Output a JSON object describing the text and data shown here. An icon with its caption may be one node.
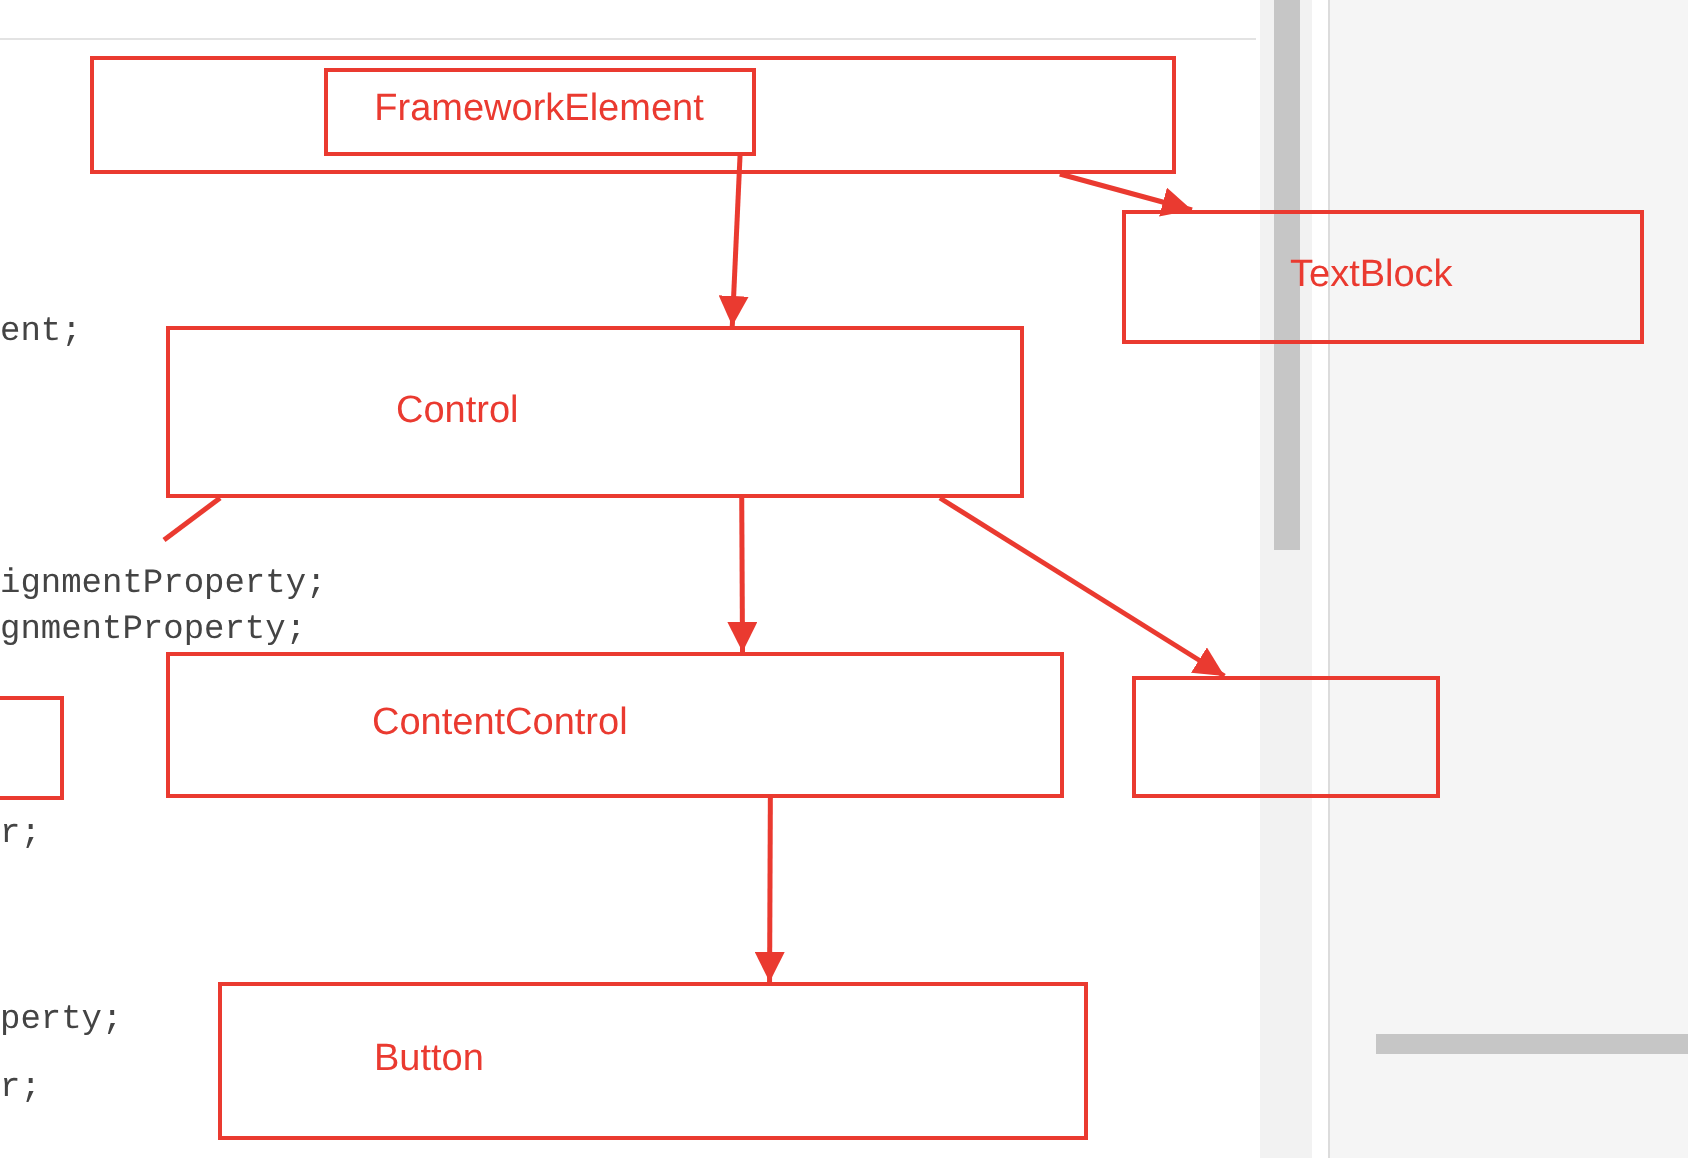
{
  "diagram": {
    "nodes": [
      {
        "text": [],
        "shape": "box"
      },
      {
        "text": [
          "FrameworkElement"
        ],
        "in": 0
      },
      {
        "text": [
          "TextBlock"
        ]
      },
      {
        "text": [
          "Control"
        ]
      },
      {
        "text": [],
        "shape": "box"
      },
      {
        "text": [
          "ContentControl"
        ]
      },
      {
        "text": [],
        "shape": "box"
      },
      {
        "text": [
          "Button"
        ]
      }
    ],
    "edges": [
      {
        "from": 1,
        "to": 3,
        "arrow": "to"
      },
      {
        "from": 0,
        "to": 2,
        "arrow": "to"
      },
      {
        "from": 3,
        "to": null,
        "arrow": "none"
      },
      {
        "from": 3,
        "to": 5,
        "arrow": "to"
      },
      {
        "from": 3,
        "to": 6,
        "arrow": "to"
      },
      {
        "from": 5,
        "to": 7,
        "arrow": "to"
      }
    ],
    "labels": [
      "ent;",
      "ignmentProperty;",
      "gnmentProperty;",
      "r;",
      "perty;",
      "r;"
    ]
  }
}
